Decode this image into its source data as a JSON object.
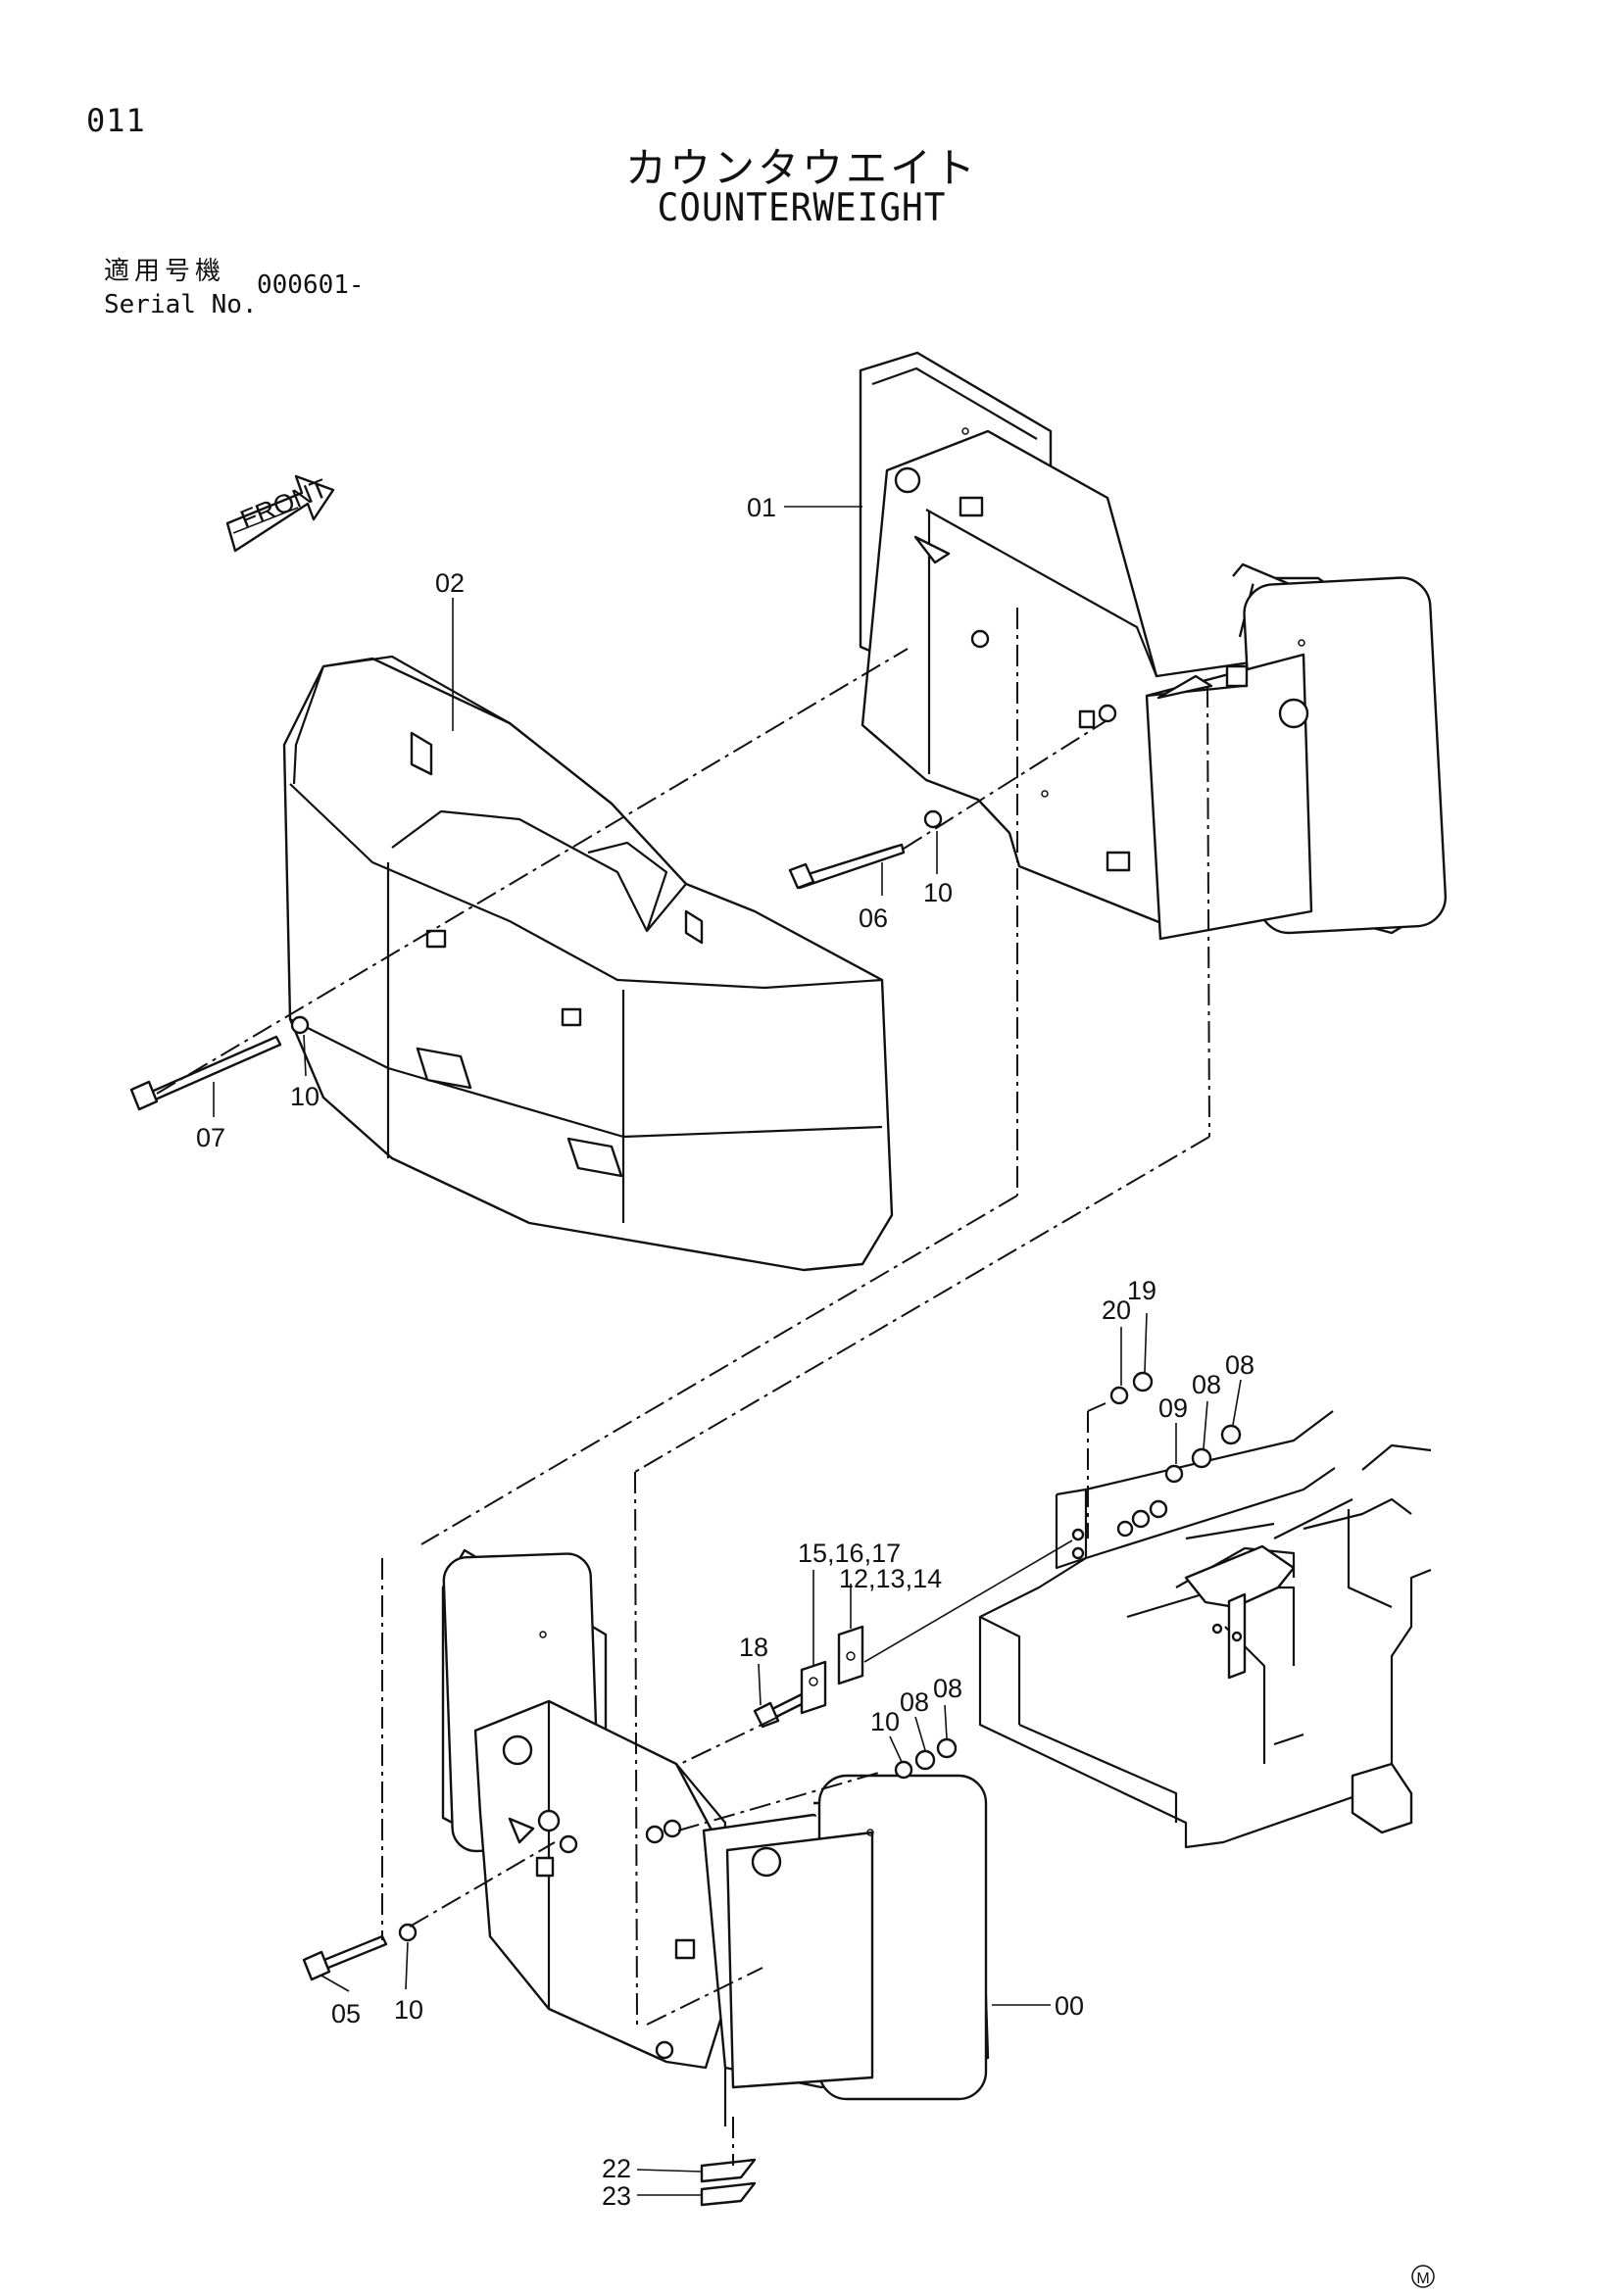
{
  "page_number": "011",
  "title_japanese": "カウンタウエイト",
  "title_english": "COUNTERWEIGHT",
  "serial": {
    "label_japanese": "適用号機",
    "label_english": "Serial No.",
    "value": "000601-"
  },
  "front_arrow_label": "FRONT",
  "copyright_mark": "M",
  "callouts": [
    {
      "id": "c01",
      "label": "01"
    },
    {
      "id": "c02",
      "label": "02"
    },
    {
      "id": "c06",
      "label": "06"
    },
    {
      "id": "c10a",
      "label": "10"
    },
    {
      "id": "c07",
      "label": "07"
    },
    {
      "id": "c10b",
      "label": "10"
    },
    {
      "id": "c20",
      "label": "20"
    },
    {
      "id": "c19",
      "label": "19"
    },
    {
      "id": "c09",
      "label": "09"
    },
    {
      "id": "c08a",
      "label": "08"
    },
    {
      "id": "c08b",
      "label": "08"
    },
    {
      "id": "c15",
      "label": "15,16,17"
    },
    {
      "id": "c12",
      "label": "12,13,14"
    },
    {
      "id": "c18",
      "label": "18"
    },
    {
      "id": "c10c",
      "label": "10"
    },
    {
      "id": "c08c",
      "label": "08"
    },
    {
      "id": "c08d",
      "label": "08"
    },
    {
      "id": "c05",
      "label": "05"
    },
    {
      "id": "c10d",
      "label": "10"
    },
    {
      "id": "c00",
      "label": "00"
    },
    {
      "id": "c22",
      "label": "22"
    },
    {
      "id": "c23",
      "label": "23"
    }
  ]
}
